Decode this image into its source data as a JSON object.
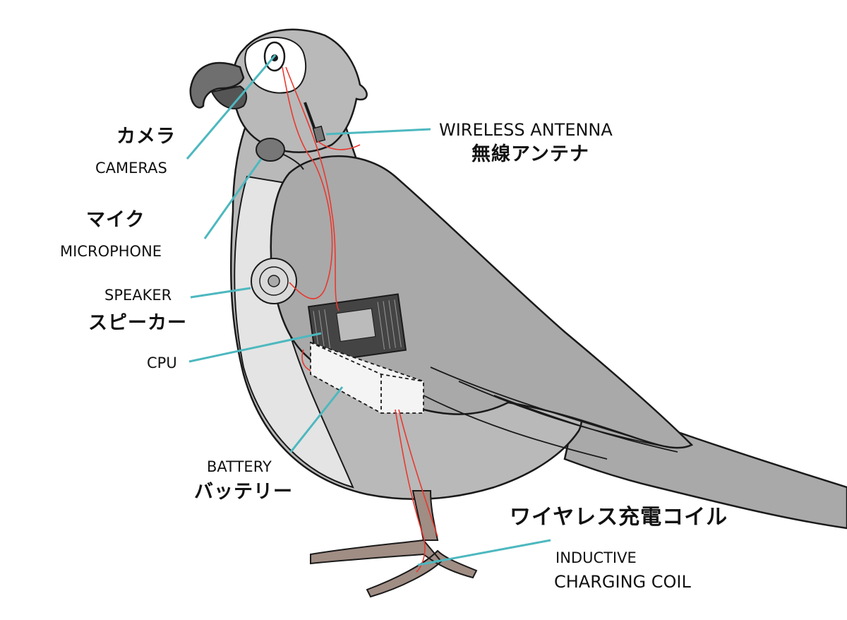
{
  "labels": {
    "camera_jp": "カメラ",
    "camera_en": "CAMERAS",
    "mic_jp": "マイク",
    "mic_en": "MICROPHONE",
    "speaker_en": "SPEAKER",
    "speaker_jp": "スピーカー",
    "cpu_en": "CPU",
    "battery_en": "BATTERY",
    "battery_jp": "バッテリー",
    "antenna_en": "WIRELESS ANTENNA",
    "antenna_jp": "無線アンテナ",
    "coil_jp": "ワイヤレス充電コイル",
    "coil_en_1": "INDUCTIVE",
    "coil_en_2": "CHARGING COIL"
  },
  "colors": {
    "leader_line": "#4db8bf",
    "body_gray": "#b9b9b9",
    "wing_gray": "#a9a9a9",
    "breast_gray": "#e4e4e4",
    "beak": "#6f6f6f",
    "legs": "#a08d84",
    "wire": "#e8392f",
    "outline": "#1a1a1a"
  }
}
